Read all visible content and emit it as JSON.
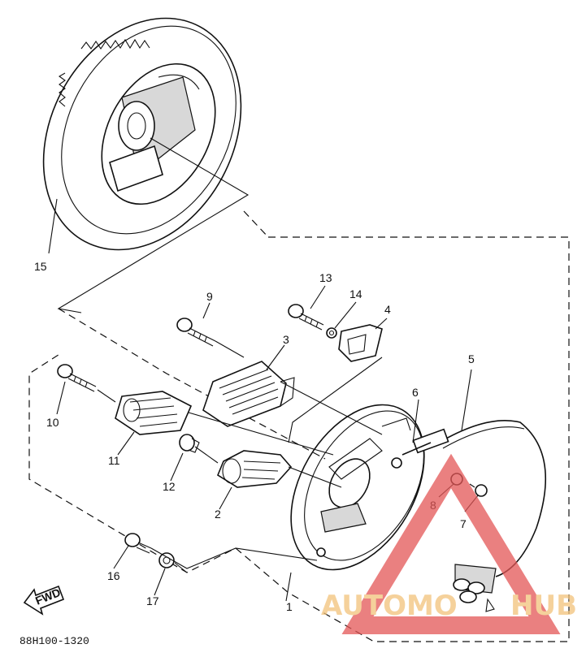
{
  "diagram_code": "88H100-1320",
  "fwd_label": "FWD",
  "callouts": [
    {
      "id": "c1",
      "text": "1"
    },
    {
      "id": "c2",
      "text": "2"
    },
    {
      "id": "c3",
      "text": "3"
    },
    {
      "id": "c4",
      "text": "4"
    },
    {
      "id": "c5",
      "text": "5"
    },
    {
      "id": "c6",
      "text": "6"
    },
    {
      "id": "c7",
      "text": "7"
    },
    {
      "id": "c8",
      "text": "8"
    },
    {
      "id": "c9",
      "text": "9"
    },
    {
      "id": "c10",
      "text": "10"
    },
    {
      "id": "c11",
      "text": "11"
    },
    {
      "id": "c12",
      "text": "12"
    },
    {
      "id": "c13",
      "text": "13"
    },
    {
      "id": "c14",
      "text": "14"
    },
    {
      "id": "c15",
      "text": "15"
    },
    {
      "id": "c16",
      "text": "16"
    },
    {
      "id": "c17",
      "text": "17"
    }
  ],
  "watermark": {
    "part1": "AUTOMO",
    "part2": "HUB",
    "color_text": "#f2c27a",
    "color_triangle": "#e35656"
  }
}
